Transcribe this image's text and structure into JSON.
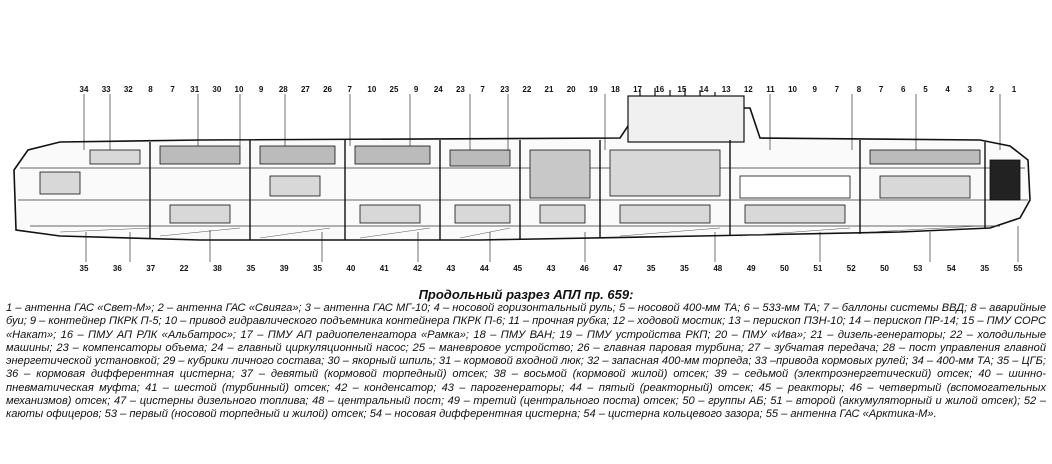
{
  "title": "Продольный разрез АПЛ пр. 659:",
  "legend": "1 – антенна ГАС «Свет-М»; 2 – антенна ГАС «Свияга»; 3 – антенна ГАС МГ-10; 4 – носовой горизонтальный руль; 5 – носовой 400-мм ТА; 6 – 533-мм ТА; 7 – баллоны системы ВВД; 8 – аварийные буи; 9 – контейнер ПКРК П-5; 10 – привод гидравлического подъемника контейнера ПКРК П-6; 11 – прочная рубка; 12 – ходовой мостик; 13 – перископ ПЗН-10; 14 – перископ ПР-14; 15 – ПМУ СОРС «Накат»; 16 – ПМУ АП РЛК «Альбатрос»; 17 – ПМУ АП радиопеленгатора «Рамка»; 18 – ПМУ ВАН; 19 – ПМУ устройства РКП; 20 – ПМУ «Ива»; 21 – дизель-генераторы; 22 – холодильные машины; 23 – компенсаторы объема; 24 – главный циркуляционный насос; 25 – маневровое устройство; 26 – главная паровая турбина; 27 – зубчатая передача; 28 – пост управления главной энергетической установкой; 29 – кубрики личного состава; 30 – якорный шпиль; 31 – кормовой входной люк; 32 – запасная 400-мм торпеда; 33 –привода кормовых рулей; 34 – 400-мм ТА; 35 – ЦГБ; 36 – кормовая дифферентная цистерна; 37 – девятый (кормовой торпедный) отсек; 38 – восьмой (кормовой жилой) отсек; 39 – седьмой (электроэнергетический) отсек; 40 – шинно-пневматическая муфта; 41 – шестой (турбинный) отсек; 42 – конденсатор; 43 – парогенераторы; 44 – пятый (реакторный) отсек; 45 – реакторы; 46 – четвертый (вспомогательных механизмов) отсек; 47 – цистерны дизельного топлива; 48 – центральный пост; 49 – третий (центрального поста) отсек; 50 – группы АБ; 51 – второй (аккумуляторный и жилой отсек); 52 – каюты офицеров; 53 – первый (носовой торпедный и жилой) отсек; 54 – носовая дифферентная цистерна; 54 – цистерна кольцевого зазора; 55 – антенна ГАС «Арктика-М».",
  "top_callouts": [
    "34",
    "33",
    "32",
    "8",
    "7",
    "31",
    "30",
    "10",
    "9",
    "28",
    "27",
    "26",
    "7",
    "10",
    "25",
    "9",
    "24",
    "23",
    "7",
    "23",
    "22",
    "21",
    "20",
    "19",
    "18",
    "17",
    "16",
    "15",
    "14",
    "13",
    "12",
    "11",
    "10",
    "9",
    "7",
    "8",
    "7",
    "6",
    "5",
    "4",
    "3",
    "2",
    "1"
  ],
  "bottom_callouts": [
    "35",
    "36",
    "37",
    "22",
    "38",
    "35",
    "39",
    "35",
    "40",
    "41",
    "42",
    "43",
    "44",
    "45",
    "43",
    "46",
    "47",
    "35",
    "35",
    "48",
    "49",
    "50",
    "51",
    "52",
    "50",
    "53",
    "54",
    "35",
    "55"
  ]
}
